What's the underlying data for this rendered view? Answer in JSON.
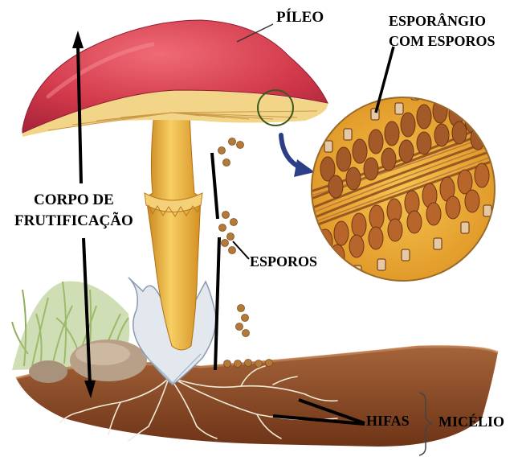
{
  "labels": {
    "pileo": "PÍLEO",
    "esporangio_line1": "ESPORÂNGIO",
    "esporangio_line2": "COM  ESPOROS",
    "corpo_line1": "CORPO DE",
    "corpo_line2": "FRUTIFICAÇÃO",
    "esporos": "ESPOROS",
    "hifas": "HIFAS",
    "micelio": "MICÉLIO"
  },
  "colors": {
    "cap_red": "#d2394a",
    "cap_underside": "#f3d58a",
    "stem": "#f0b63c",
    "volva": "#e3e8ef",
    "soil": "#8a4a22",
    "grass": "#8fb05a",
    "zoom_bg": "#f1b43a",
    "spore": "#b47a3a",
    "arrow_blue": "#2c3f86"
  }
}
